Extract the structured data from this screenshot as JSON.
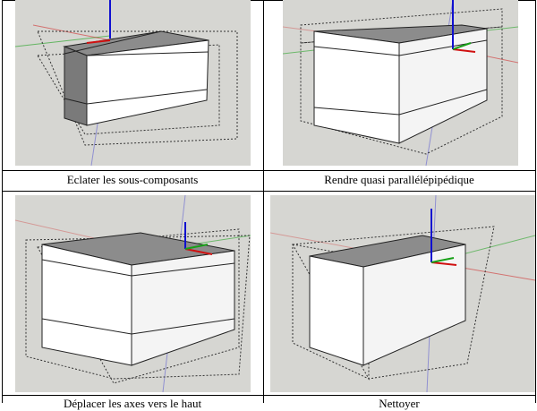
{
  "table": {
    "cells": [
      {
        "caption": "Eclater les sous-composants"
      },
      {
        "caption": "Rendre quasi parallélépipédique"
      },
      {
        "caption": "Déplacer les axes vers le haut"
      },
      {
        "caption": "Nettoyer"
      }
    ]
  },
  "colors": {
    "viewport_bg": "#d6d6d2",
    "axis_red": "#d01010",
    "axis_green": "#18a018",
    "axis_blue": "#1010d0",
    "top_face": "#8c8c8c",
    "dark_face": "#7a7a7a",
    "light_face": "#ffffff"
  }
}
